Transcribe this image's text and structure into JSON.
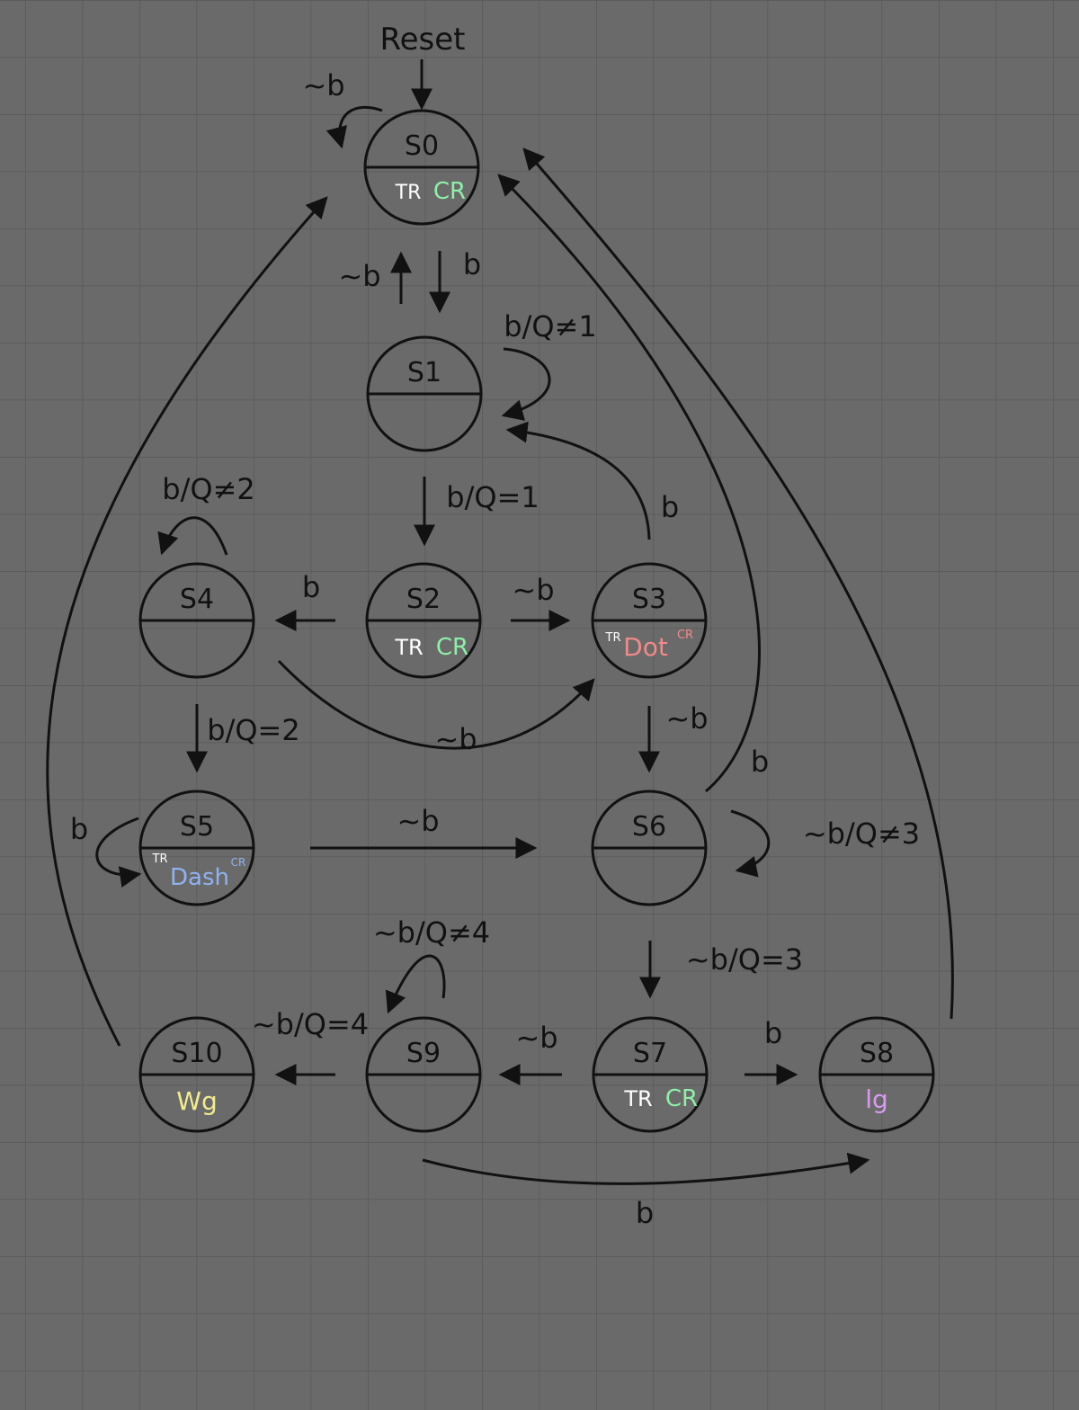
{
  "reset_label": "Reset",
  "colors": {
    "background": "#6a6a6a",
    "grid": "#585858",
    "stroke": "#111111",
    "tr": "#ffffff",
    "cr": "#8ef0a8",
    "dot": "#f08a8a",
    "dash": "#8fb2f2",
    "wg": "#f2ec8f",
    "ig": "#d79af0"
  },
  "states": [
    {
      "id": "S0",
      "label": "S0",
      "outputs": [
        {
          "text": "TR",
          "color": "tr"
        },
        {
          "text": "CR",
          "color": "cr"
        }
      ]
    },
    {
      "id": "S1",
      "label": "S1",
      "outputs": []
    },
    {
      "id": "S2",
      "label": "S2",
      "outputs": [
        {
          "text": "TR",
          "color": "tr"
        },
        {
          "text": "CR",
          "color": "cr"
        }
      ]
    },
    {
      "id": "S3",
      "label": "S3",
      "outputs": [
        {
          "text": "TR",
          "color": "tr"
        },
        {
          "text": "Dot",
          "color": "dot"
        },
        {
          "text": "CR",
          "color": "dot"
        }
      ]
    },
    {
      "id": "S4",
      "label": "S4",
      "outputs": []
    },
    {
      "id": "S5",
      "label": "S5",
      "outputs": [
        {
          "text": "TR",
          "color": "tr"
        },
        {
          "text": "Dash",
          "color": "dash"
        },
        {
          "text": "CR",
          "color": "dash"
        }
      ]
    },
    {
      "id": "S6",
      "label": "S6",
      "outputs": []
    },
    {
      "id": "S7",
      "label": "S7",
      "outputs": [
        {
          "text": "TR",
          "color": "tr"
        },
        {
          "text": "CR",
          "color": "cr"
        }
      ]
    },
    {
      "id": "S8",
      "label": "S8",
      "outputs": [
        {
          "text": "lg",
          "color": "ig"
        }
      ]
    },
    {
      "id": "S9",
      "label": "S9",
      "outputs": []
    },
    {
      "id": "S10",
      "label": "S10",
      "outputs": [
        {
          "text": "Wg",
          "color": "wg"
        }
      ]
    }
  ],
  "transitions": [
    {
      "from": "S0",
      "to": "S0",
      "label": "~b"
    },
    {
      "from": "S0",
      "to": "S1",
      "label": "b"
    },
    {
      "from": "S1",
      "to": "S0",
      "label": "~b"
    },
    {
      "from": "S1",
      "to": "S1",
      "label": "b/Q≠1"
    },
    {
      "from": "S1",
      "to": "S2",
      "label": "b/Q=1"
    },
    {
      "from": "S2",
      "to": "S4",
      "label": "b"
    },
    {
      "from": "S2",
      "to": "S3",
      "label": "~b"
    },
    {
      "from": "S3",
      "to": "S1",
      "label": "b"
    },
    {
      "from": "S4",
      "to": "S4",
      "label": "b/Q≠2"
    },
    {
      "from": "S4",
      "to": "S5",
      "label": "b/Q=2"
    },
    {
      "from": "S4",
      "to": "S3",
      "label": "~b"
    },
    {
      "from": "S3",
      "to": "S6",
      "label": "~b"
    },
    {
      "from": "S6",
      "to": "S0",
      "label": "b"
    },
    {
      "from": "S5",
      "to": "S5",
      "label": "b"
    },
    {
      "from": "S5",
      "to": "S6",
      "label": "~b"
    },
    {
      "from": "S6",
      "to": "S6",
      "label": "~b/Q≠3"
    },
    {
      "from": "S6",
      "to": "S7",
      "label": "~b/Q=3"
    },
    {
      "from": "S9",
      "to": "S9",
      "label": "~b/Q≠4"
    },
    {
      "from": "S9",
      "to": "S10",
      "label": "~b/Q=4"
    },
    {
      "from": "S7",
      "to": "S9",
      "label": "~b"
    },
    {
      "from": "S7",
      "to": "S8",
      "label": "b"
    },
    {
      "from": "S9",
      "to": "S8",
      "label": "b"
    },
    {
      "from": "S10",
      "to": "S0",
      "label": ""
    },
    {
      "from": "S8",
      "to": "S0",
      "label": ""
    }
  ]
}
